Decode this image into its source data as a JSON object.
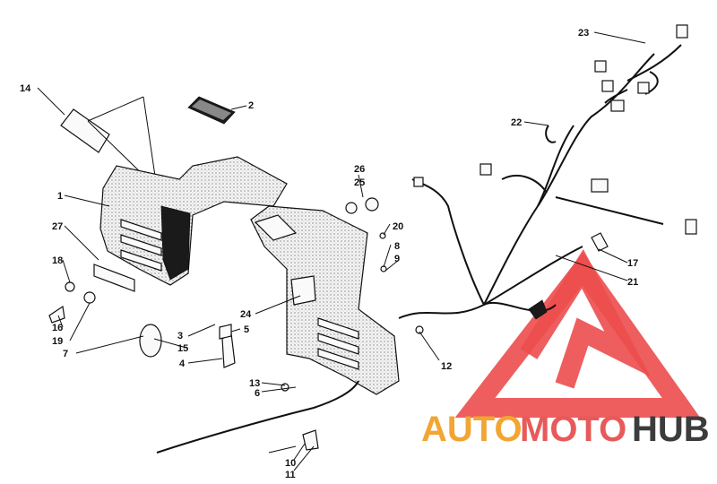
{
  "labels": [
    {
      "id": "1",
      "text": "1"
    },
    {
      "id": "2",
      "text": "2"
    },
    {
      "id": "3",
      "text": "3"
    },
    {
      "id": "4",
      "text": "4"
    },
    {
      "id": "5",
      "text": "5"
    },
    {
      "id": "6",
      "text": "6"
    },
    {
      "id": "7",
      "text": "7"
    },
    {
      "id": "8",
      "text": "8"
    },
    {
      "id": "9",
      "text": "9"
    },
    {
      "id": "10",
      "text": "10"
    },
    {
      "id": "11",
      "text": "11"
    },
    {
      "id": "12",
      "text": "12"
    },
    {
      "id": "13",
      "text": "13"
    },
    {
      "id": "14",
      "text": "14"
    },
    {
      "id": "15",
      "text": "15"
    },
    {
      "id": "16",
      "text": "16"
    },
    {
      "id": "17",
      "text": "17"
    },
    {
      "id": "18",
      "text": "18"
    },
    {
      "id": "19",
      "text": "19"
    },
    {
      "id": "20",
      "text": "20"
    },
    {
      "id": "21",
      "text": "21"
    },
    {
      "id": "22",
      "text": "22"
    },
    {
      "id": "23",
      "text": "23"
    },
    {
      "id": "24",
      "text": "24"
    },
    {
      "id": "25",
      "text": "25"
    },
    {
      "id": "26",
      "text": "26"
    },
    {
      "id": "27",
      "text": "27"
    }
  ],
  "watermark": {
    "part1": "AUTO",
    "part2": "MOTO",
    "part3": "HUB",
    "color_a": "#ec4d4d",
    "color_auto": "#f2a532",
    "color_moto": "#e85a5a",
    "color_hub": "#3c3c3c"
  }
}
